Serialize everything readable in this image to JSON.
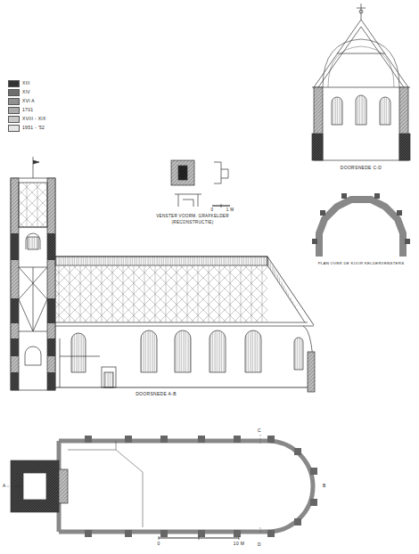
{
  "diagram": {
    "labels": [
      "DOORSNEDE C-D",
      "VENSTER VOORM. GRAFKELDER",
      "(RECONSTRUCTIE)",
      "0",
      "1 M",
      "PLAN OVER DE KOOR KELDERVENSTERS",
      "DOORSNEDE A-B",
      "0",
      "10 M",
      "A",
      "B",
      "C",
      "D"
    ],
    "legend": [
      {
        "text": "XIII",
        "color": "#333333"
      },
      {
        "text": "XIV",
        "color": "#6e6e6e"
      },
      {
        "text": "XVI A",
        "color": "#909090"
      },
      {
        "text": "1701",
        "color": "#ababab"
      },
      {
        "text": "XVIII - XIX",
        "color": "#c8c8c8"
      },
      {
        "text": "1951 - '52",
        "color": "#e6e6e6"
      }
    ]
  }
}
